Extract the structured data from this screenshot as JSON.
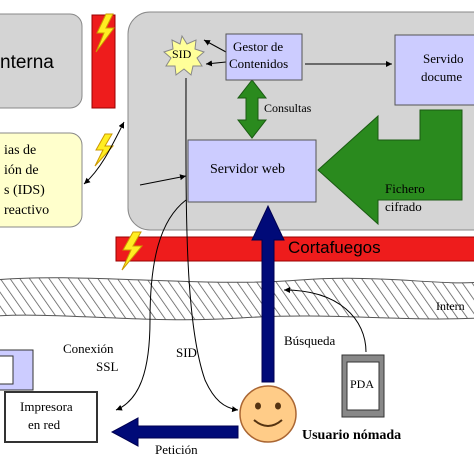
{
  "colors": {
    "zone_gray": "#d4d4d4",
    "node_lavender": "#ccccff",
    "ids_box": "#ffffcc",
    "firewall_red": "#ee1c1c",
    "bolt_yellow": "#ffee22",
    "arrow_green": "#2a8a1e",
    "arrow_navy": "#000a78",
    "face_orange": "#ffcc88",
    "sid_star": "#ffff99"
  },
  "icons": {
    "bolt": "lightning-bolt-icon",
    "face": "smiley-face-icon",
    "star": "star-burst-icon"
  },
  "labels": {
    "red_interna": "nterna",
    "ids_box": [
      "ias de",
      "ión de",
      "s (IDS)",
      "reactivo"
    ],
    "sid": "SID",
    "gestor": [
      "Gestor de",
      "Contenidos"
    ],
    "servidor_doc": [
      "Servido",
      "docume"
    ],
    "consultas": "Consultas",
    "servidor_web": "Servidor web",
    "fichero": [
      "Fichero",
      "cifrado"
    ],
    "cortafuegos": "Cortafuegos",
    "internet": "Intern",
    "conexion": [
      "Conexión",
      "SSL"
    ],
    "sid_path": "SID",
    "busqueda": "Búsqueda",
    "pda": "PDA",
    "impresora": [
      "Impresora",
      "en red"
    ],
    "peticion": "Petición",
    "usuario": "Usuario nómada"
  }
}
